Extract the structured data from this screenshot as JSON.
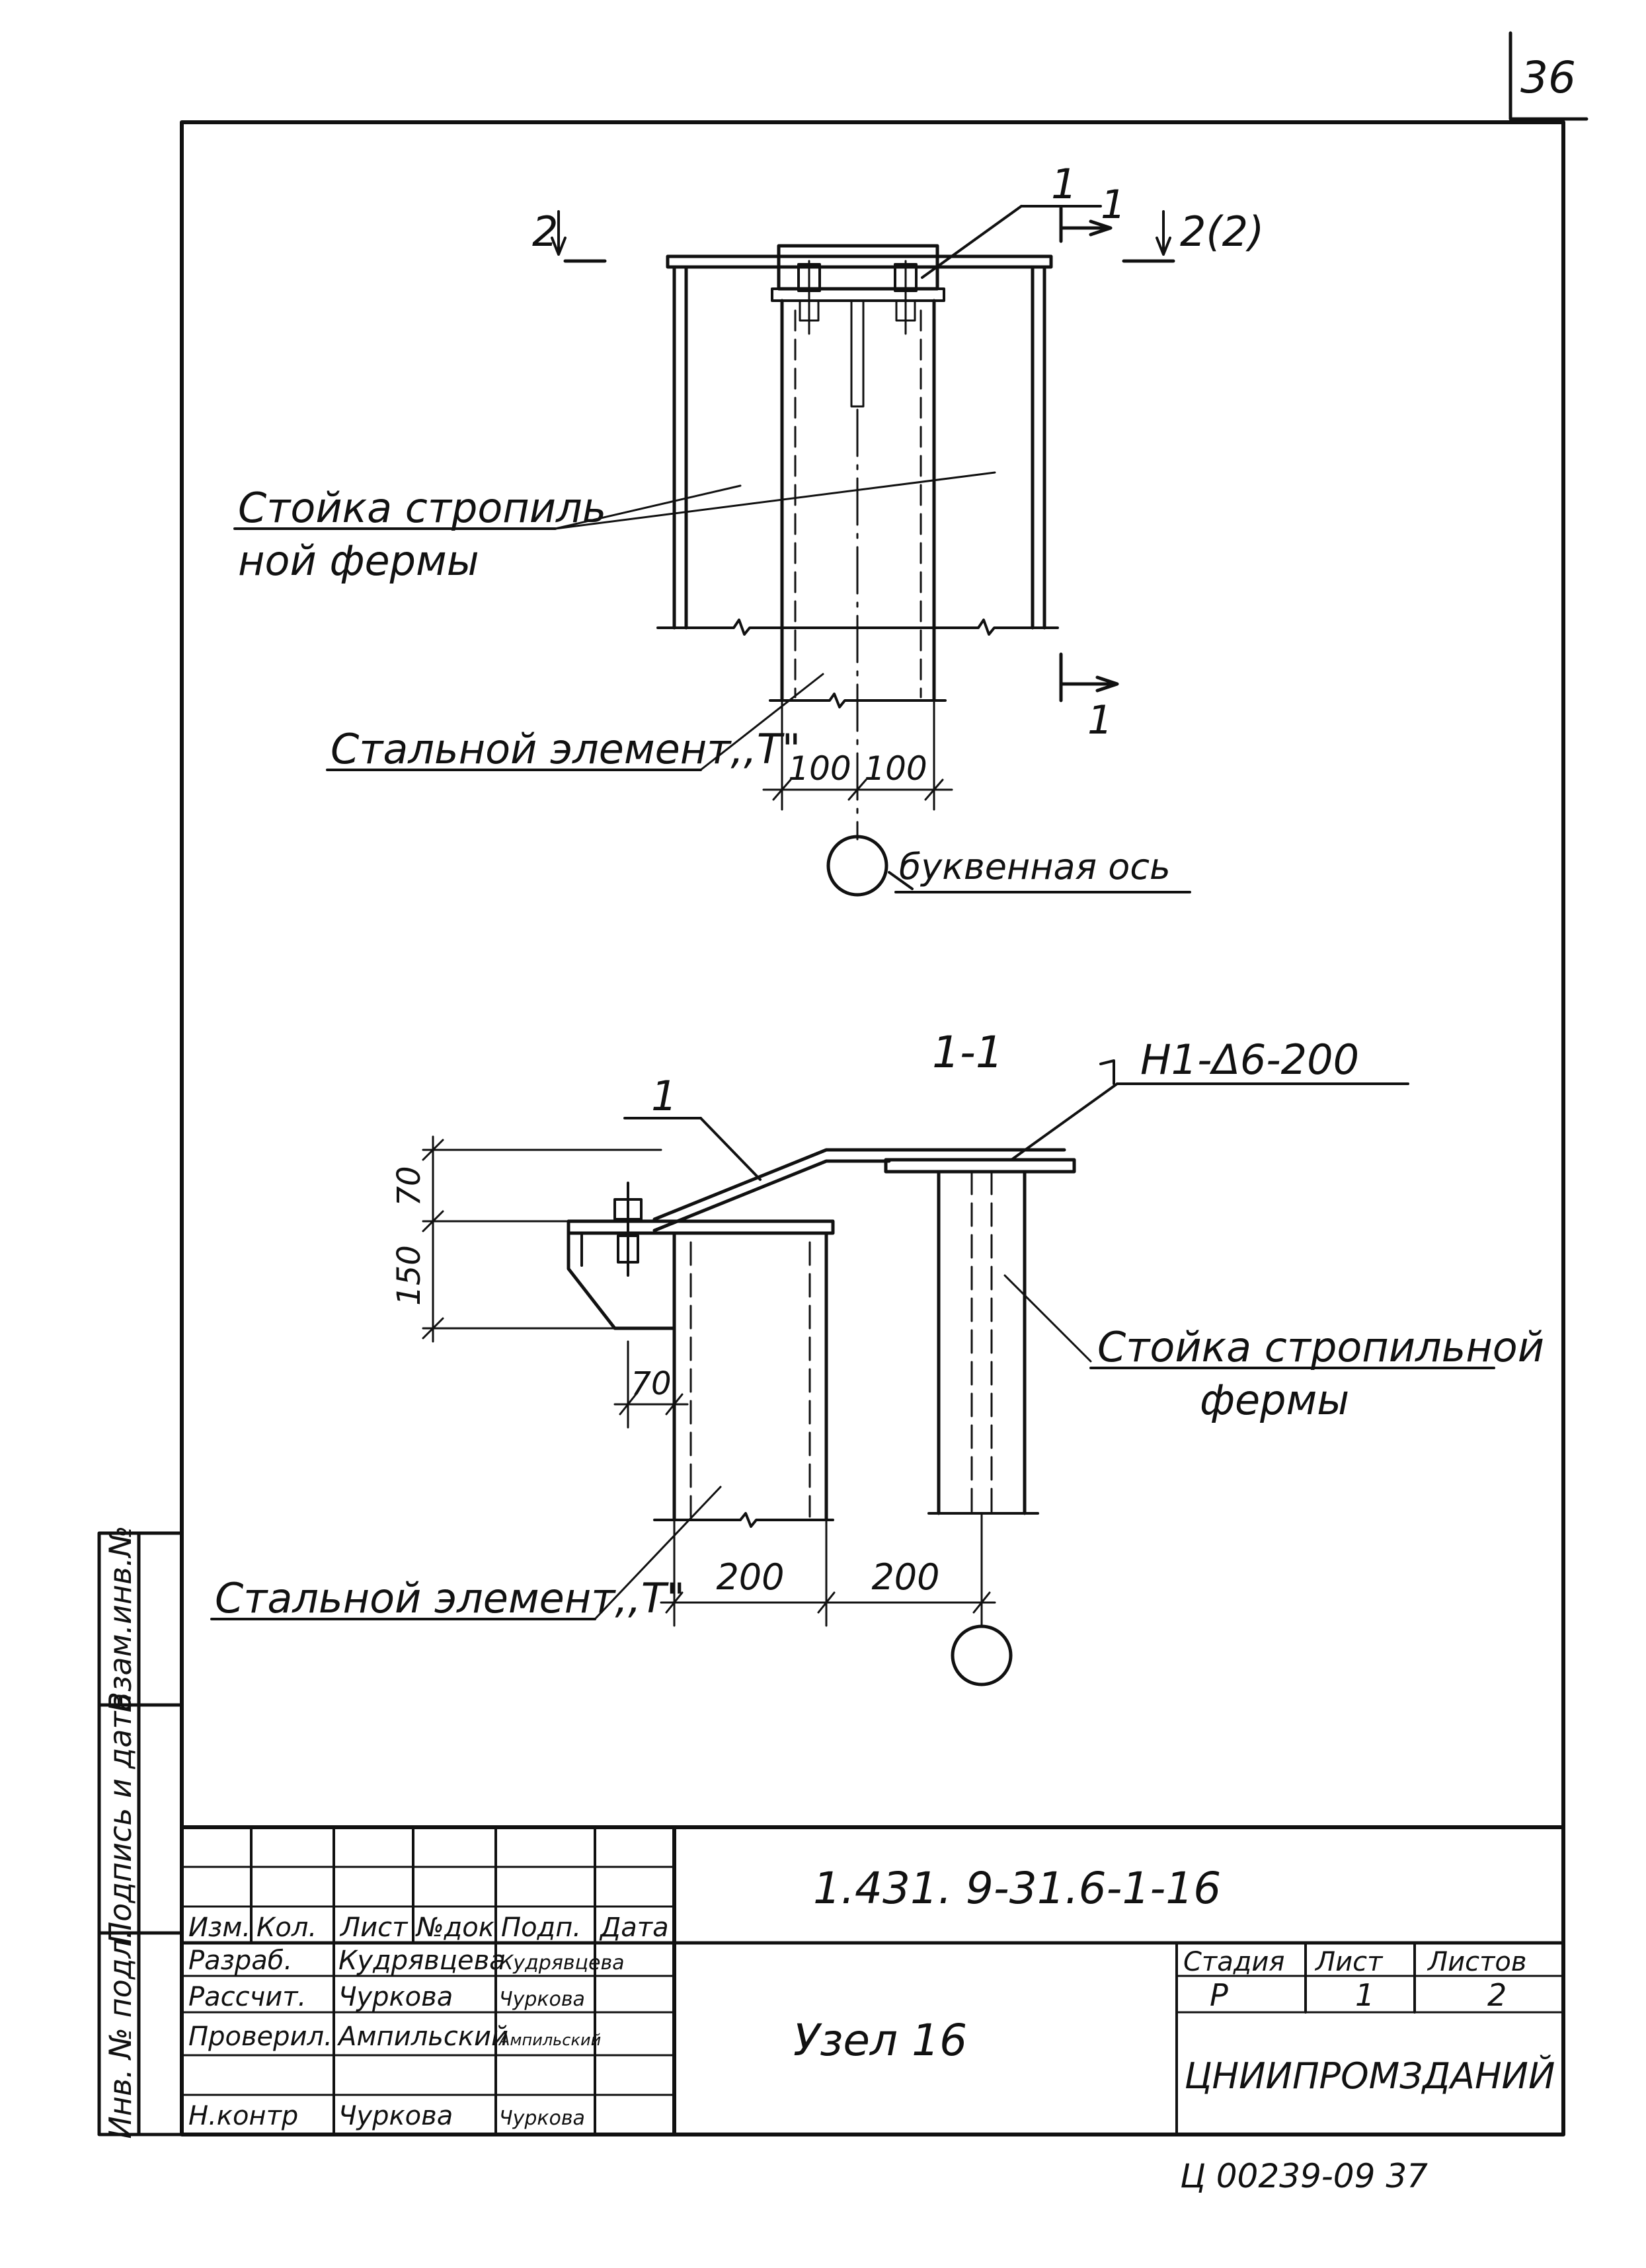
{
  "page": {
    "number": "36"
  },
  "plan_view": {
    "section_left": "2",
    "section_right": "2(2)",
    "cut_top": "1",
    "cut_bottom": "1",
    "leader_item": "1",
    "label_post_line1": "Стойка стропиль",
    "label_post_line2": "ной фермы",
    "label_steel": "Стальной элемент,,Т\"",
    "dim_left": "100",
    "dim_right": "100",
    "label_axis": "буквенная ось"
  },
  "section_view": {
    "title": "1-1",
    "callout": "Н1-Δ6-200",
    "leader_item": "1",
    "dim_70_top": "70",
    "dim_150": "150",
    "dim_70_bottom": "70",
    "label_post_line1": "Стойка стропильной",
    "label_post_line2": "фермы",
    "label_steel": "Стальной элемент,,Т\"",
    "dim_left": "200",
    "dim_right": "200"
  },
  "side_stamp": {
    "cells": [
      "Инв. № подл.",
      "Подпись и дата",
      "Взам.инв.№"
    ]
  },
  "title_block": {
    "code": "1.431. 9-31.6-1-16",
    "name": "Узел 16",
    "organization": "ЦНИИПРОМЗДАНИЙ",
    "stage_header": "Стадия",
    "sheet_header": "Лист",
    "sheets_header": "Листов",
    "stage": "Р",
    "sheet": "1",
    "sheets": "2",
    "columns": [
      "Изм.",
      "Кол.",
      "Лист",
      "№док",
      "Подп.",
      "Дата"
    ],
    "rows": [
      {
        "role": "Разраб.",
        "name": "Кудрявцева",
        "signature": "Кудрявцева"
      },
      {
        "role": "Рассчит.",
        "name": "Чуркова",
        "signature": "Чуркова"
      },
      {
        "role": "Проверил.",
        "name": "Ампильский",
        "signature": "Ампильский"
      },
      {
        "role": "Н.контр",
        "name": "Чуркова",
        "signature": "Чуркова"
      }
    ]
  },
  "archive_number": "Ц 00239-09   37"
}
